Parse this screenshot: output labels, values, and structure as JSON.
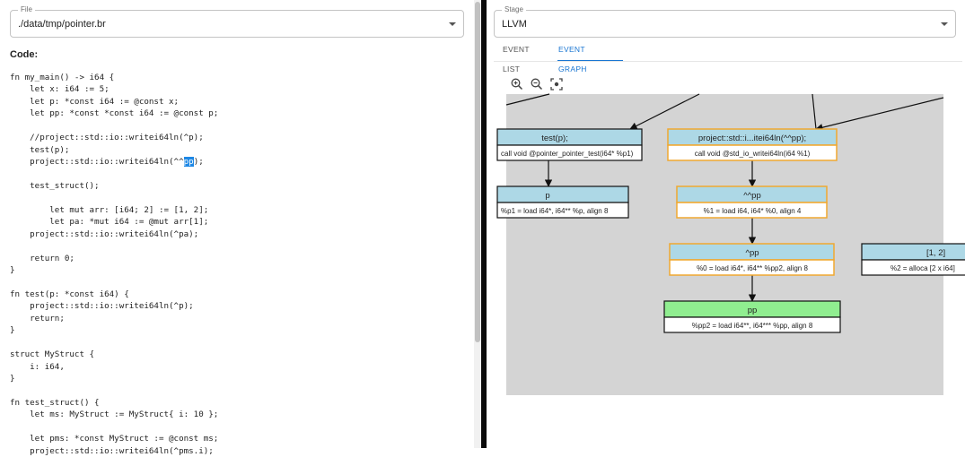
{
  "file": {
    "label": "File",
    "value": "./data/tmp/pointer.br"
  },
  "code": {
    "title": "Code:",
    "lines": [
      "fn my_main() -> i64 {",
      "    let x: i64 := 5;",
      "    let p: *const i64 := @const x;",
      "    let pp: *const *const i64 := @const p;",
      "",
      "    //project::std::io::writei64ln(^p);",
      "    test(p);",
      "    project::std::io::writei64ln(^^pp);",
      "",
      "    test_struct();",
      "",
      "        let mut arr: [i64; 2] := [1, 2];",
      "        let pa: *mut i64 := @mut arr[1];",
      "    project::std::io::writei64ln(^pa);",
      "",
      "    return 0;",
      "}",
      "",
      "fn test(p: *const i64) {",
      "    project::std::io::writei64ln(^p);",
      "    return;",
      "}",
      "",
      "struct MyStruct {",
      "    i: i64,",
      "}",
      "",
      "fn test_struct() {",
      "    let ms: MyStruct := MyStruct{ i: 10 };",
      "",
      "    let pms: *const MyStruct := @const ms;",
      "    project::std::io::writei64ln(^pms.i);"
    ],
    "highlight": {
      "line": 7,
      "text": "pp"
    }
  },
  "stage": {
    "label": "Stage",
    "value": "LLVM"
  },
  "tabs": [
    {
      "label": "EVENT LIST",
      "active": false
    },
    {
      "label": "EVENT GRAPH",
      "active": true
    }
  ],
  "zoom": {
    "in_icon": "zoom-in-icon",
    "out_icon": "zoom-out-icon",
    "fit_icon": "fit-screen-icon"
  },
  "colors": {
    "accent": "#1976d2",
    "node_header": "#add8e6",
    "node_header_selected": "#90ee90",
    "node_border_highlight": "#f0a830",
    "graph_bg": "#d4d4d4"
  },
  "graph": {
    "nodes": [
      {
        "id": "test",
        "title": "test(p);",
        "body": "call void @pointer_pointer_test(i64* %p1)",
        "highlight": false,
        "selected": false
      },
      {
        "id": "writeln",
        "title": "project::std::i...itei64ln(^^pp);",
        "body": "call void @std_io_writei64ln(i64 %1)",
        "highlight": true,
        "selected": false
      },
      {
        "id": "p",
        "title": "p",
        "body": "%p1 = load i64*, i64** %p, align 8",
        "highlight": false,
        "selected": false
      },
      {
        "id": "derefderef",
        "title": "^^pp",
        "body": "%1 = load i64, i64* %0, align 4",
        "highlight": true,
        "selected": false
      },
      {
        "id": "deref",
        "title": "^pp",
        "body": "%0 = load i64*, i64** %pp2, align 8",
        "highlight": true,
        "selected": false
      },
      {
        "id": "arr",
        "title": "[1, 2]",
        "body": "%2 = alloca [2 x i64]",
        "highlight": false,
        "selected": false
      },
      {
        "id": "pp",
        "title": "pp",
        "body": "%pp2 = load i64**, i64*** %pp, align 8",
        "highlight": false,
        "selected": true
      }
    ]
  }
}
